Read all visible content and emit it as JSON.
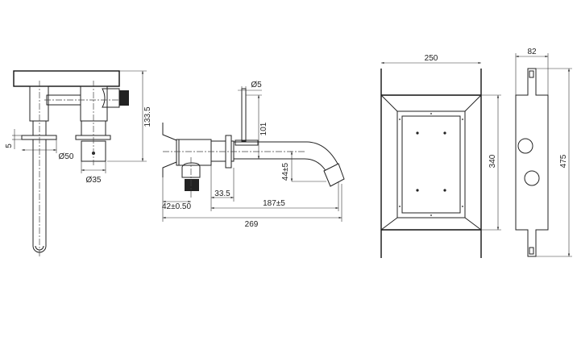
{
  "front_view": {
    "height_dim": "133.5",
    "flange_thickness_dim": "5",
    "flange_diameter_dim": "Ø50",
    "body_diameter_dim": "Ø35"
  },
  "side_view": {
    "lever_diameter_dim": "Ø5",
    "lever_height_dim": "101",
    "spout_drop_dim": "44±5",
    "flange_offset_dim": "33.5",
    "inlet_offset_dim": "42±0.50",
    "spout_reach_dim": "187±5",
    "overall_length_dim": "269"
  },
  "box_front_view": {
    "width_dim": "250",
    "height_dim": "340"
  },
  "box_side_view": {
    "width_dim": "82",
    "height_dim": "475"
  }
}
